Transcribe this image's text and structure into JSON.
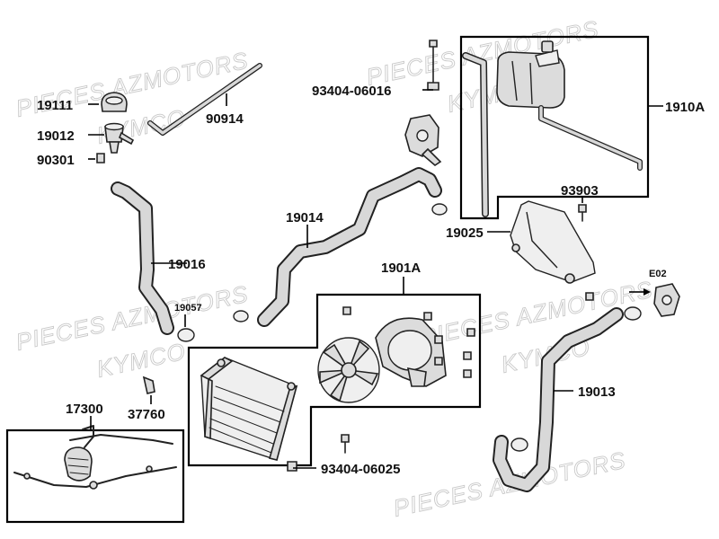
{
  "watermark": {
    "brand_top": "PIECES AZMOTORS",
    "brand_bottom": "KYMCO"
  },
  "labels": {
    "p19111": "19111",
    "p19012": "19012",
    "p90301": "90301",
    "p90914": "90914",
    "p93404_06016": "93404-06016",
    "p1910A": "1910A",
    "p19014": "19014",
    "p93903": "93903",
    "p19025": "19025",
    "p19016": "19016",
    "p1901A": "1901A",
    "pE02": "E02",
    "p19057": "19057",
    "p19013": "19013",
    "p17300": "17300",
    "p37760": "37760",
    "p93404_06025": "93404-06025"
  },
  "colors": {
    "line": "#222222",
    "part_fill": "#dcdcdc",
    "watermark": "#c9c9c9"
  }
}
